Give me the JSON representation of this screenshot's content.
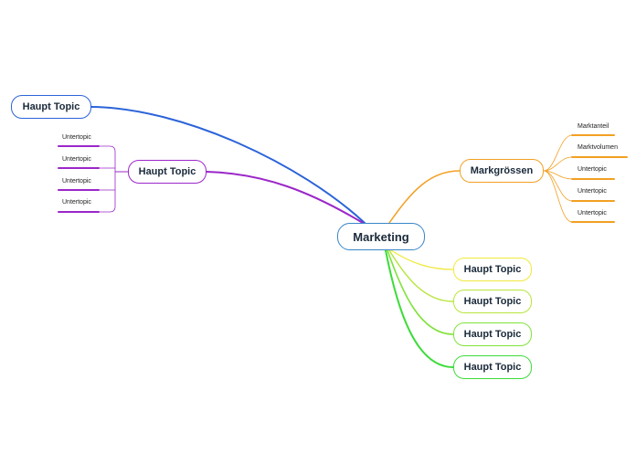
{
  "central": {
    "label": "Marketing"
  },
  "branches": [
    {
      "label": "Haupt Topic",
      "color": "#2b63d9"
    },
    {
      "label": "Haupt Topic",
      "color": "#9b27c9",
      "children": [
        "Untertopic",
        "Untertopic",
        "Untertopic",
        "Untertopic"
      ]
    },
    {
      "label": "Markgrössen",
      "color": "#f2a023",
      "children": [
        "Marktanteil",
        "Marktvolumen",
        "Untertopic",
        "Untertopic",
        "Untertopic"
      ]
    },
    {
      "label": "Haupt Topic",
      "color": "#f0e83a"
    },
    {
      "label": "Haupt Topic",
      "color": "#b7e53a"
    },
    {
      "label": "Haupt Topic",
      "color": "#7fe33a"
    },
    {
      "label": "Haupt Topic",
      "color": "#3ddc3a"
    }
  ]
}
